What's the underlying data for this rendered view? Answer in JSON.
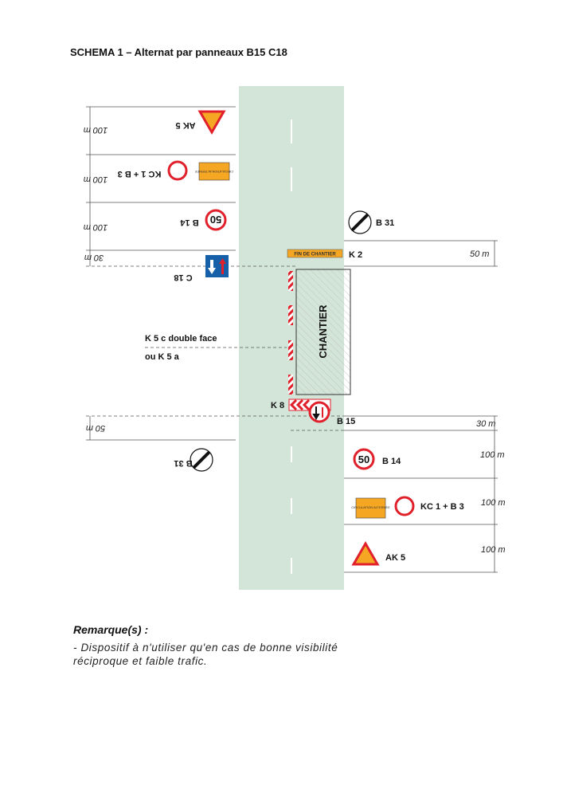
{
  "title": "SCHEMA 1 – Alternat par panneaux B15 C18",
  "colors": {
    "road": "#d3e5d9",
    "sign_red": "#e0202a",
    "sign_orange": "#f5a623",
    "sign_blue": "#1560a8"
  },
  "left_side": {
    "signs": {
      "ak5": "AK 5",
      "kc1_b3": "KC 1 + B 3",
      "b14": "B 14",
      "c18": "C 18",
      "b31": "B 31"
    },
    "distances": {
      "d1": "100 m",
      "d2": "100 m",
      "d3": "100 m",
      "d4": "30 m",
      "d5": "50 m"
    },
    "panel_text": "CIRCULATION ALTERNÉE",
    "speed": "50"
  },
  "right_side": {
    "signs": {
      "b31": "B 31",
      "k2": "K 2",
      "k8": "K 8",
      "b15": "B 15",
      "b14": "B 14",
      "kc1_b3": "KC 1 + B 3",
      "ak5": "AK 5"
    },
    "distances": {
      "d1": "50 m",
      "d2": "30 m",
      "d3": "100 m",
      "d4": "100 m",
      "d5": "100 m"
    },
    "k2_panel": "FIN DE CHANTIER",
    "panel_text": "CIRCULATION ALTERNÉE",
    "speed": "50"
  },
  "worksite": {
    "label": "CHANTIER",
    "k5_label_1": "K 5 c double face",
    "k5_label_2": "ou K 5 a"
  },
  "remarks": {
    "title": "Remarque(s) :",
    "lines": [
      "- Dispositif à n'utiliser qu'en cas de bonne visibilité",
      "réciproque et faible trafic."
    ]
  }
}
